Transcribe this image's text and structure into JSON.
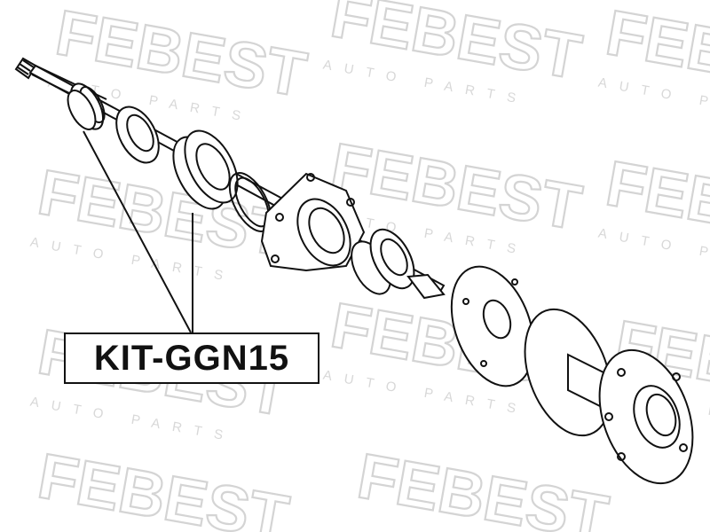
{
  "watermark": {
    "brand": "FEBEST",
    "tagline": "AUTO PARTS",
    "color": "#d4d4d4"
  },
  "diagram": {
    "description_label": "KIT-GGN15",
    "parts": [
      "splined-shaft",
      "inner-seal-ring",
      "washer",
      "bearing",
      "snap-ring",
      "bearing-housing-flange",
      "tapered-bearing",
      "shaft-end",
      "backing-plate",
      "wheel-hub"
    ]
  }
}
